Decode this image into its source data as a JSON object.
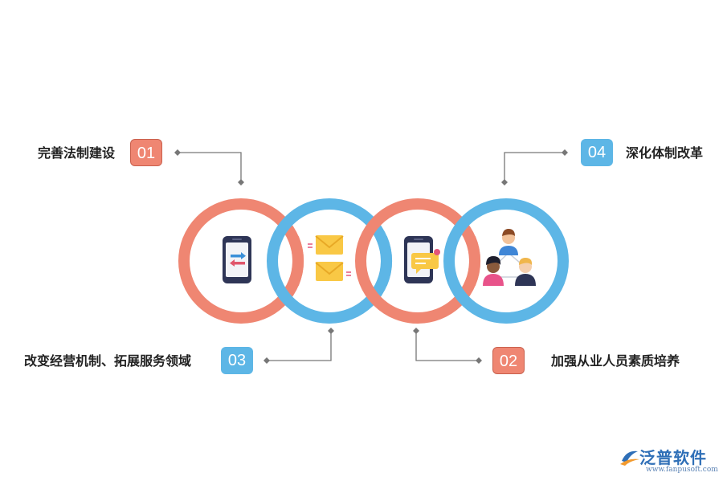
{
  "items": [
    {
      "num": "01",
      "label": "完善法制建设",
      "color": "#ef8672"
    },
    {
      "num": "02",
      "label": "加强从业人员素质培养",
      "color": "#ef8672"
    },
    {
      "num": "03",
      "label": "改变经营机制、拓展服务领域",
      "color": "#5db6e6"
    },
    {
      "num": "04",
      "label": "深化体制改革",
      "color": "#5db6e6"
    }
  ],
  "icons": [
    "phone-transfer-icon",
    "envelopes-icon",
    "phone-message-icon",
    "team-people-icon"
  ],
  "brand": {
    "name": "泛普软件",
    "url": "www.fanpusoft.com",
    "color": "#2f6fb7"
  },
  "colors": {
    "ring_orange": "#ef8672",
    "ring_blue": "#5db6e6",
    "connector": "#777777"
  }
}
